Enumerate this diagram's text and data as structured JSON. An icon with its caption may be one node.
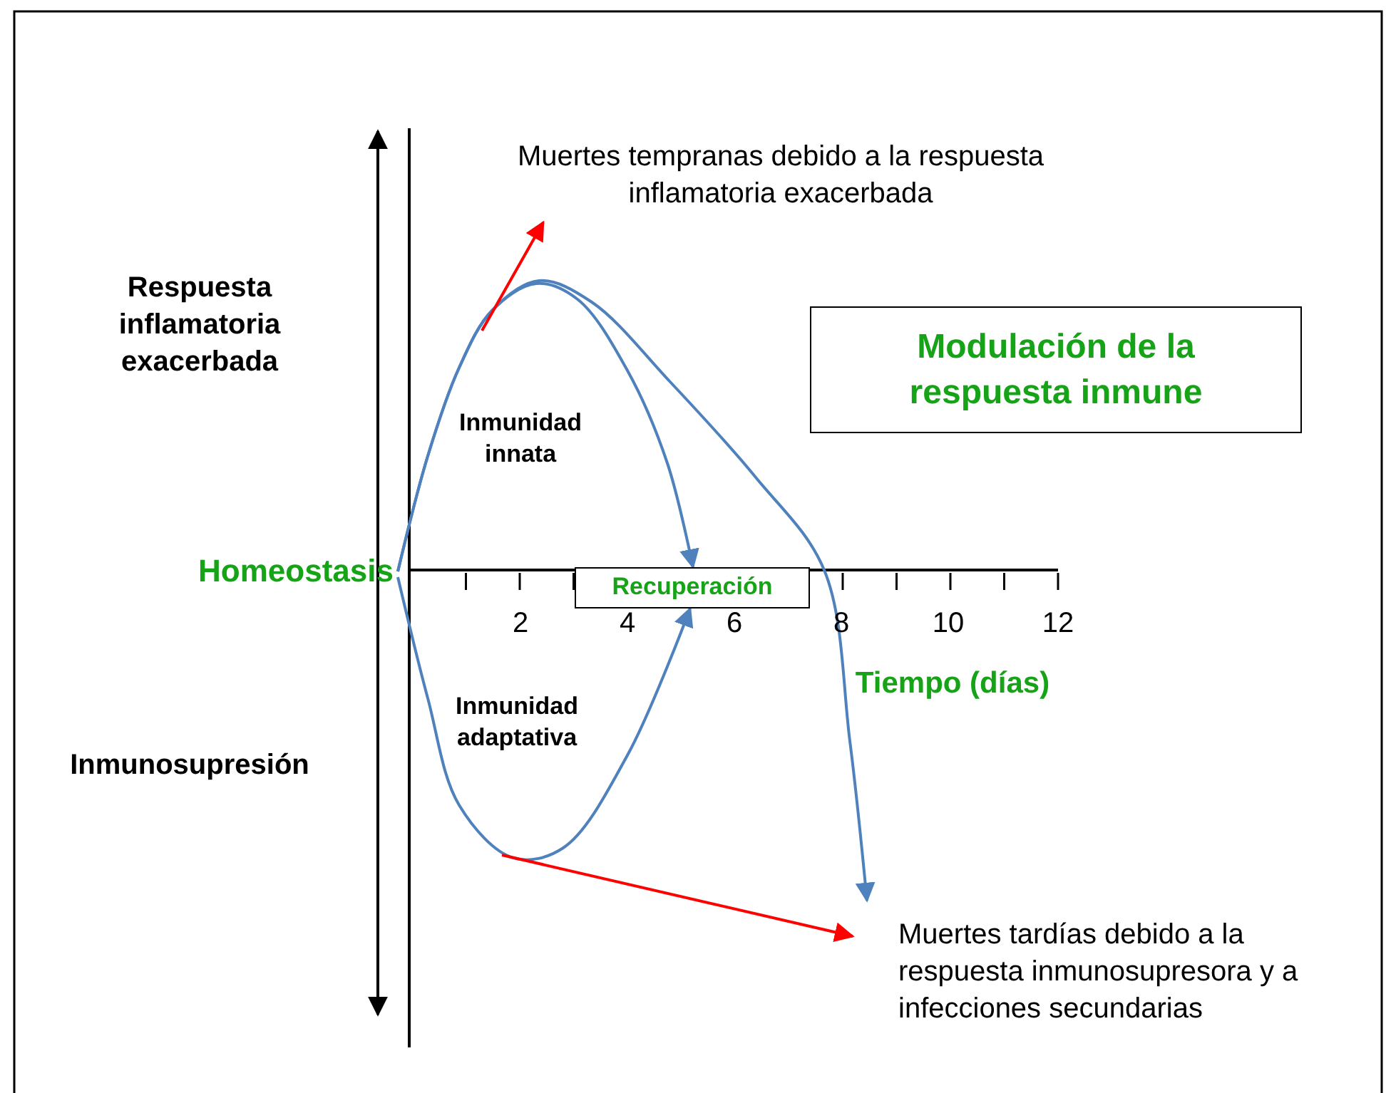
{
  "diagram": {
    "nodes": [
      {
        "text": [
          "Muertes tempranas debido a la respuesta inflamatoria exacerbada"
        ]
      },
      {
        "text": [
          "Respuesta inflamatoria exacerbada"
        ]
      },
      {
        "text": [
          "Modulación de la respuesta inmune"
        ]
      },
      {
        "text": [
          "Inmunidad innata"
        ]
      },
      {
        "text": [
          "Homeostasis"
        ]
      },
      {
        "text": [
          "Recuperación"
        ]
      },
      {
        "text": [
          "Inmunidad adaptativa"
        ]
      },
      {
        "text": [
          "Inmunosupresión"
        ]
      },
      {
        "text": [
          "Muertes tardías debido a la respuesta inmunosupresora y a infecciones secundarias"
        ]
      }
    ],
    "edges": [
      {
        "from": 4,
        "to": 5,
        "arrow": "to"
      },
      {
        "from": 4,
        "to": 8,
        "arrow": "to"
      },
      {
        "from": 4,
        "to": 5,
        "arrow": "to"
      },
      {
        "from": null,
        "to": 0,
        "arrow": "to",
        "color": "#ff0000"
      },
      {
        "from": null,
        "to": 8,
        "arrow": "to",
        "color": "#ff0000"
      }
    ],
    "labels": [
      "2",
      "4",
      "6",
      "8",
      "10",
      "12",
      "Tiempo (días)"
    ]
  }
}
